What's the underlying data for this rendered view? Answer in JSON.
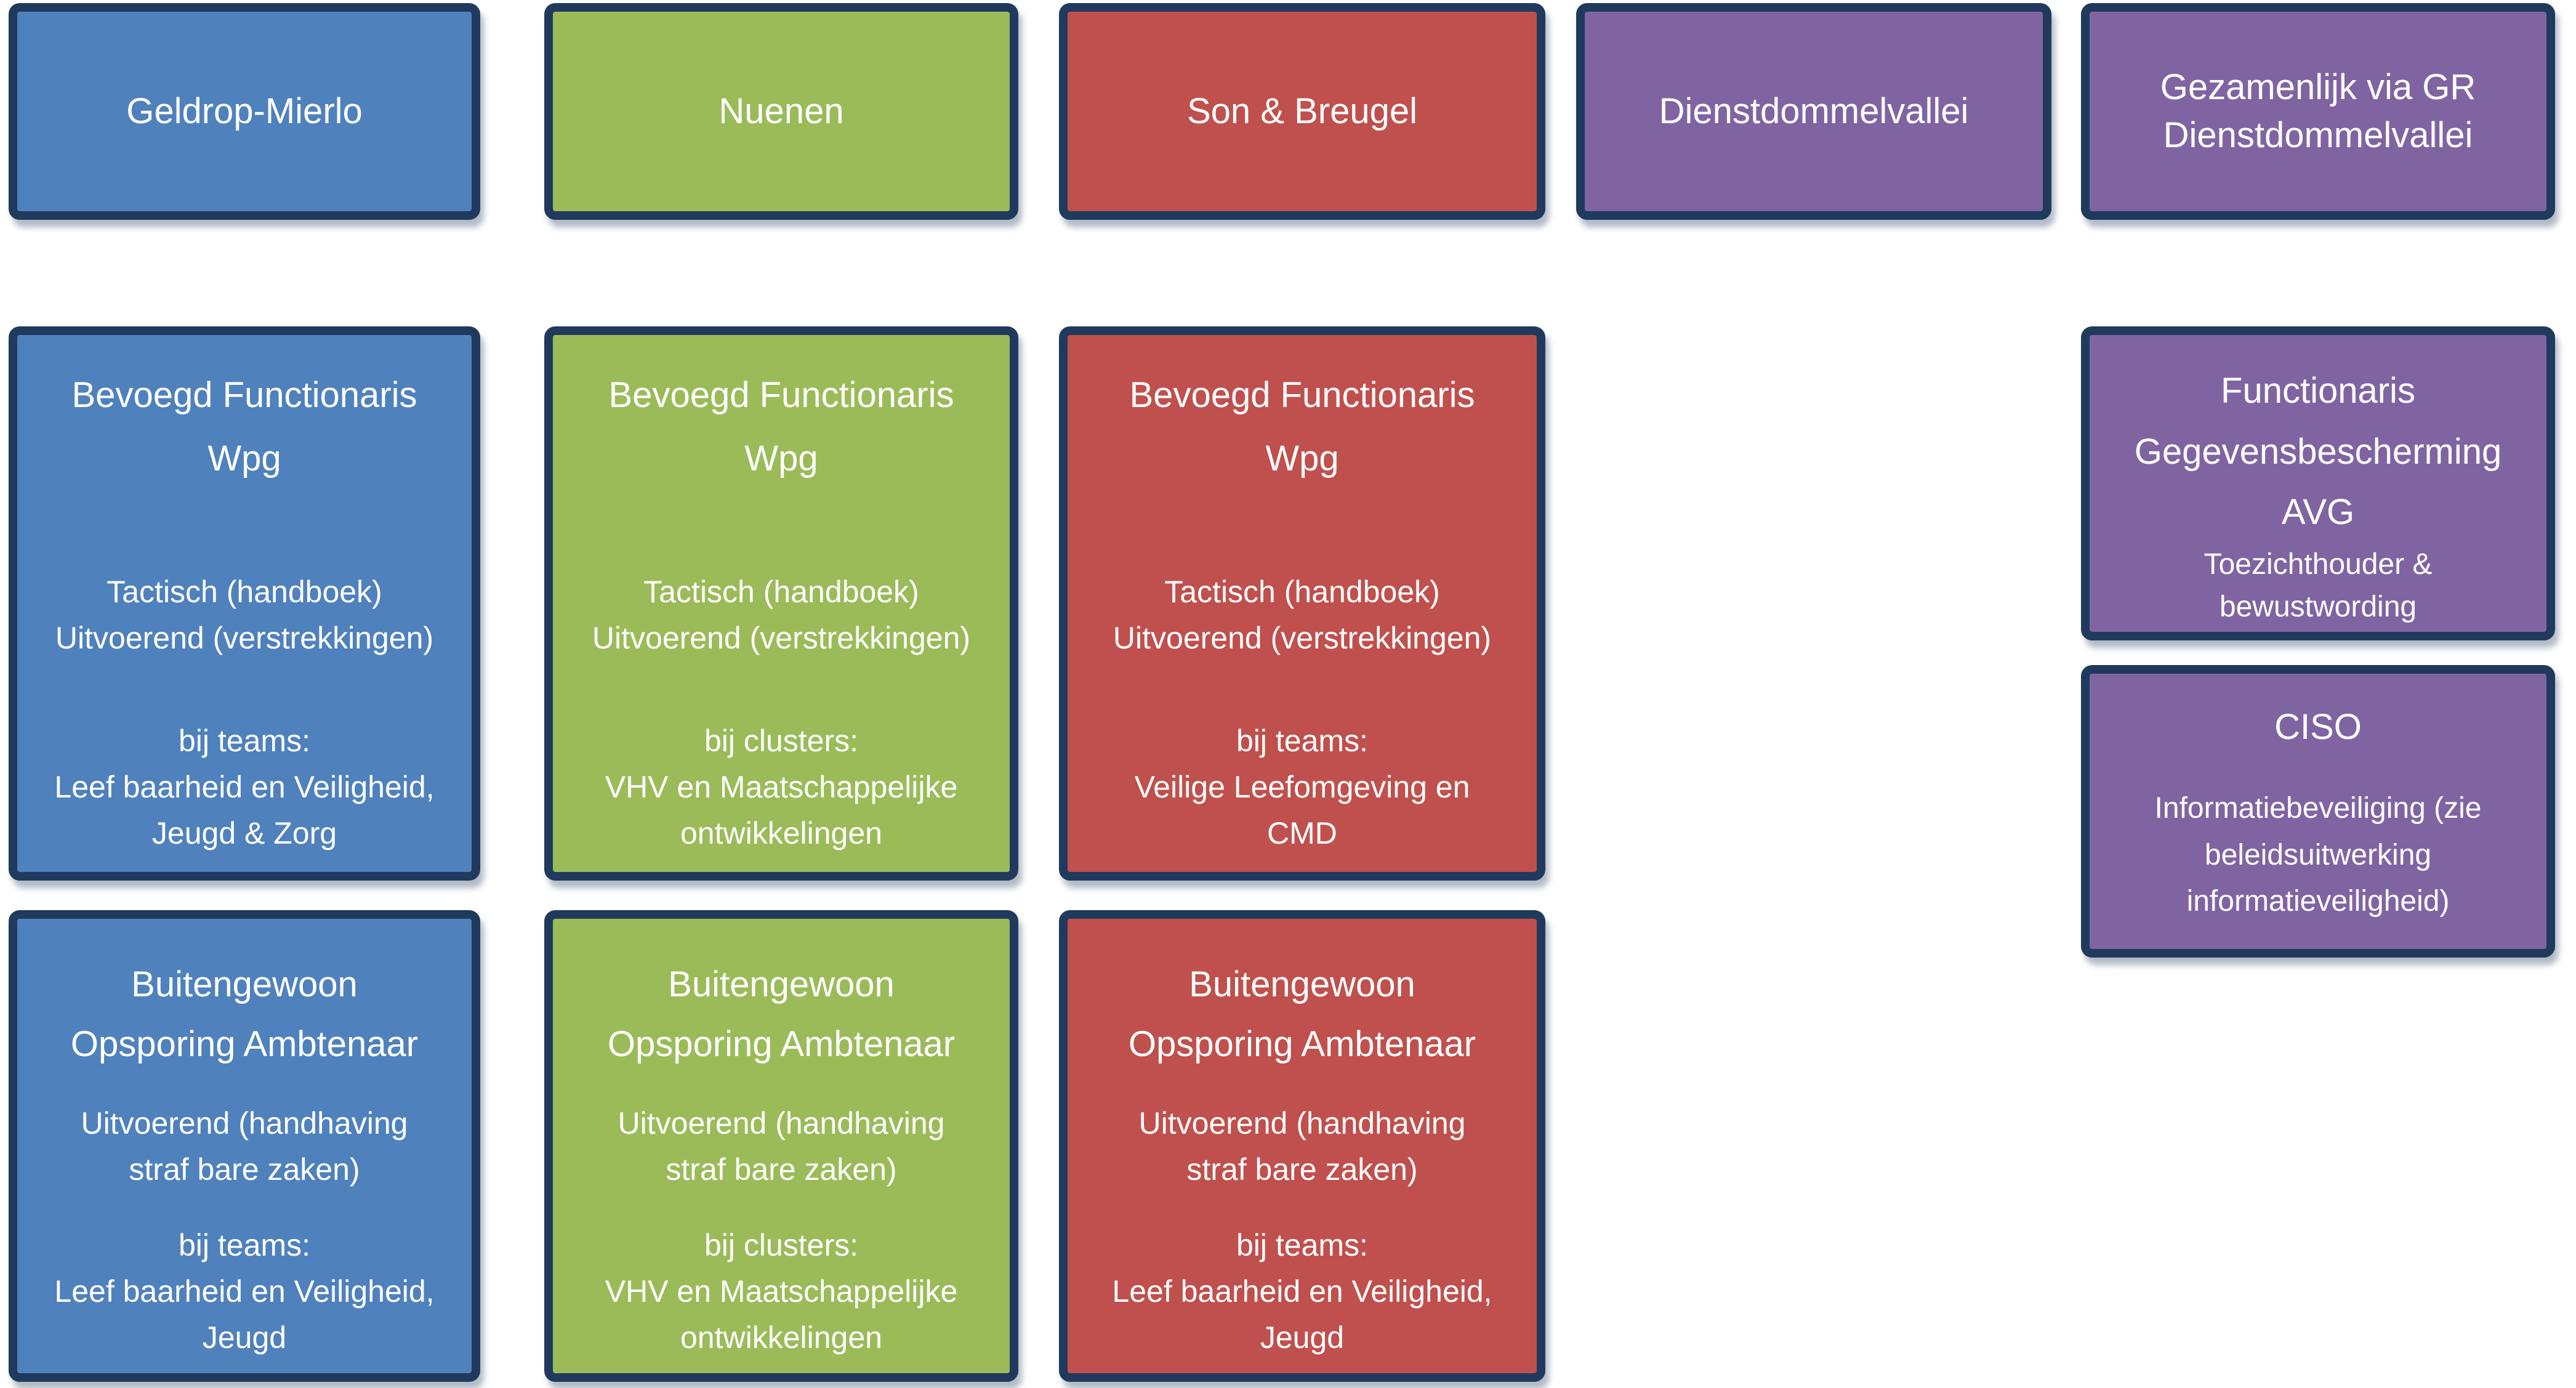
{
  "palette": {
    "blue": "#4f81bd",
    "green": "#9bbb59",
    "red": "#c0504d",
    "purple": "#8064a2",
    "border": "#1f3a5c",
    "text": "#ffffff",
    "background": "#ffffff"
  },
  "header_row": {
    "geldrop": "Geldrop-Mierlo",
    "nuenen": "Nuenen",
    "son_breugel": "Son & Breugel",
    "dienstdommelvallei": "Dienstdommelvallei",
    "gezamenlijk": [
      "Gezamenlijk via GR",
      "Dienstdommelvallei"
    ]
  },
  "wpg": {
    "title": [
      "Bevoegd Functionaris",
      "Wpg"
    ],
    "tasks": [
      "Tactisch (handboek)",
      "Uitvoerend (verstrekkingen)"
    ]
  },
  "boa": {
    "title": [
      "Buitengewoon",
      "Opsporing Ambtenaar"
    ],
    "tasks": [
      "Uitvoerend (handhaving",
      "straf bare zaken)"
    ]
  },
  "assignments": {
    "geldrop_wpg": [
      "bij teams:",
      "Leef baarheid en Veiligheid,",
      "Jeugd & Zorg"
    ],
    "nuenen_wpg": [
      "bij clusters:",
      "VHV en Maatschappelijke",
      "ontwikkelingen"
    ],
    "son_wpg": [
      "bij teams:",
      "Veilige Leefomgeving en",
      "CMD"
    ],
    "geldrop_boa": [
      "bij teams:",
      "Leef baarheid en Veiligheid,",
      "Jeugd"
    ],
    "nuenen_boa": [
      "bij clusters:",
      "VHV en Maatschappelijke",
      "ontwikkelingen"
    ],
    "son_boa": [
      "bij teams:",
      "Leef baarheid en Veiligheid,",
      "Jeugd"
    ]
  },
  "fg_avg": {
    "title": [
      "Functionaris",
      "Gegevensbescherming",
      "AVG"
    ],
    "subtitle": [
      "Toezichthouder &",
      "bewustwording"
    ]
  },
  "ciso": {
    "title": "CISO",
    "body": [
      "Informatiebeveiliging (zie",
      "beleidsuitwerking",
      "informatieveiligheid)"
    ]
  }
}
